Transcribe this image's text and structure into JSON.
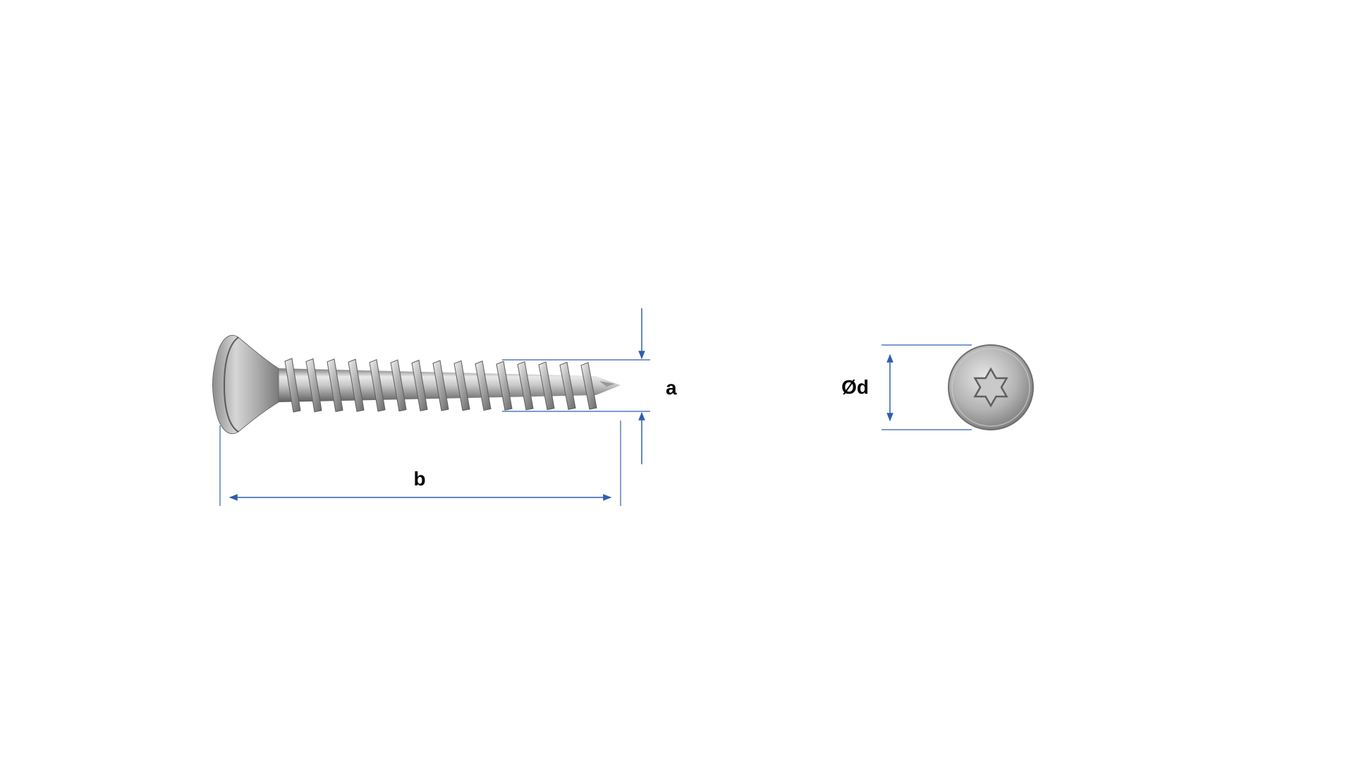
{
  "labels": {
    "thread_diameter": "a",
    "length": "b",
    "head_diameter": "Ød"
  },
  "colors": {
    "dimension_line": "#2F5FAF",
    "label_text": "#000000",
    "background": "#FFFFFF",
    "metal_light": "#E8E8E8",
    "metal_mid": "#B5B5B5",
    "metal_dark": "#6E6E6E"
  },
  "icons": {
    "side_view": "screw-side-view-icon",
    "top_view": "screw-head-torx-icon"
  }
}
